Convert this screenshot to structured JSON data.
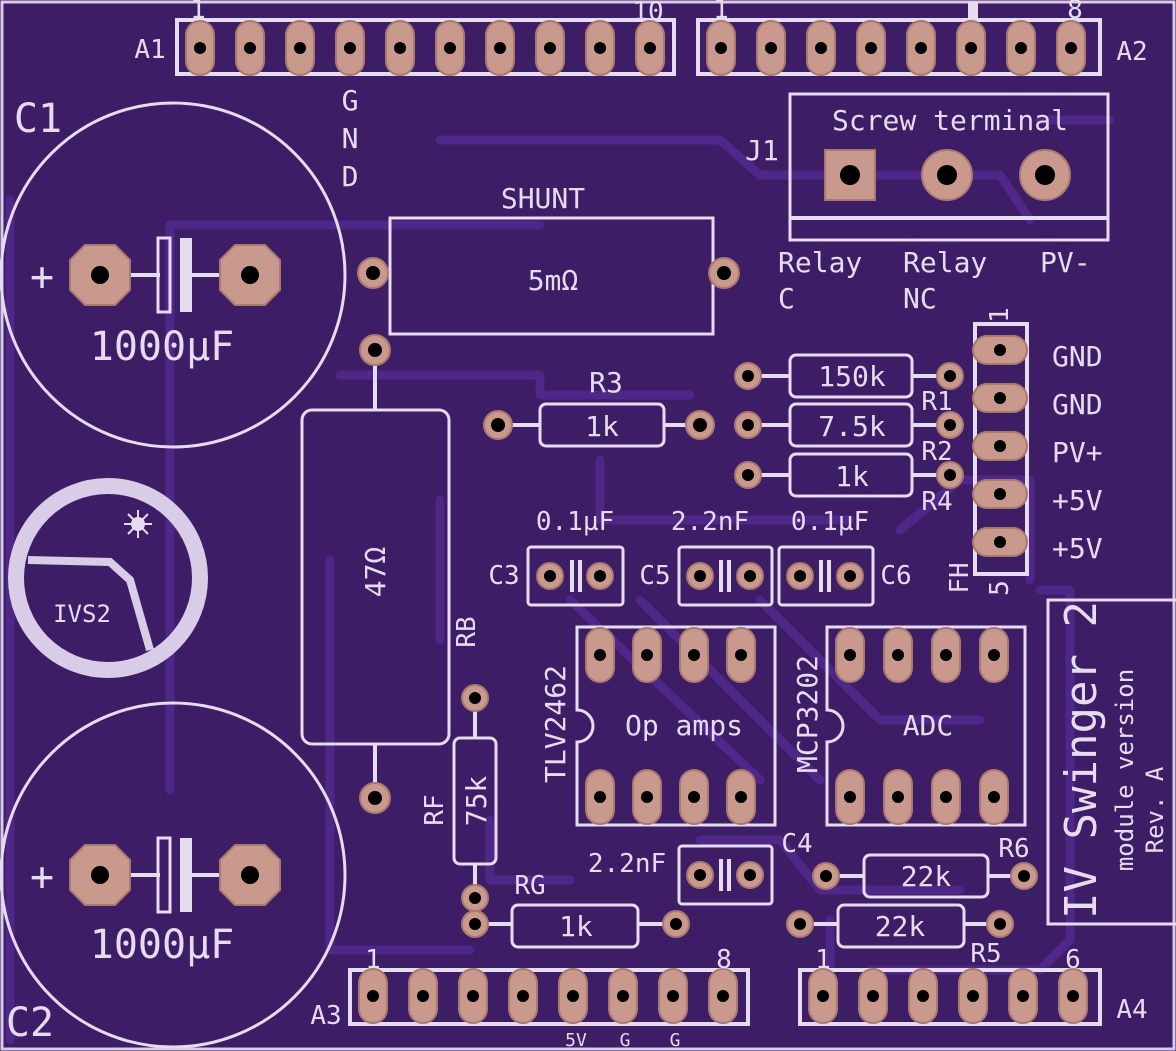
{
  "board": {
    "title": "IV Swinger 2",
    "subtitle": "module version",
    "revision": "Rev. A",
    "logo_text": "IVS2",
    "colors": {
      "board": "#3d1d66",
      "copper": "#c8998c",
      "silkscreen": "#e6dcf0",
      "drill": "#000000"
    }
  },
  "headers": {
    "A1": {
      "name": "A1",
      "pin_first": "1",
      "pin_last": "10",
      "gnd_letters": [
        "G",
        "N",
        "D"
      ]
    },
    "A2": {
      "name": "A2",
      "pin_first": "1",
      "pin_last": "8"
    },
    "A3": {
      "name": "A3",
      "pin_first": "1",
      "pin_last": "8",
      "pin_labels": [
        "5V",
        "G",
        "G"
      ]
    },
    "A4": {
      "name": "A4",
      "pin_first": "1",
      "pin_last": "6"
    },
    "FH": {
      "name_top": "1",
      "name_bottom": "5",
      "name_side": "FH",
      "pins": [
        "GND",
        "GND",
        "PV+",
        "+5V",
        "+5V"
      ]
    }
  },
  "terminal": {
    "ref": "J1",
    "title": "Screw terminal",
    "labels": [
      "Relay\nC",
      "Relay\nNC",
      "PV-"
    ]
  },
  "components": {
    "C1": {
      "ref": "C1",
      "value": "1000µF",
      "plus": "+"
    },
    "C2": {
      "ref": "C2",
      "value": "1000µF",
      "plus": "+"
    },
    "shunt": {
      "title": "SHUNT",
      "value": "5mΩ"
    },
    "rb": {
      "ref": "RB",
      "value": "47Ω"
    },
    "rf": {
      "ref": "RF",
      "value": "75k"
    },
    "rg": {
      "ref": "RG",
      "value": "1k"
    },
    "r1": {
      "ref": "R1",
      "value": "150k"
    },
    "r2": {
      "ref": "R2",
      "value": "7.5k"
    },
    "r3": {
      "ref": "R3",
      "value": "1k"
    },
    "r4": {
      "ref": "R4",
      "value": "1k"
    },
    "r5": {
      "ref": "R5",
      "value": "22k"
    },
    "r6": {
      "ref": "R6",
      "value": "22k"
    },
    "c3": {
      "ref": "C3",
      "value": "0.1µF"
    },
    "c4": {
      "ref": "C4",
      "value": "2.2nF"
    },
    "c5": {
      "ref": "C5",
      "value": "2.2nF"
    },
    "c6": {
      "ref": "C6",
      "value": "0.1µF"
    },
    "u1": {
      "part": "TLV2462",
      "label": "Op amps"
    },
    "u2": {
      "part": "MCP3202",
      "label": "ADC"
    }
  }
}
